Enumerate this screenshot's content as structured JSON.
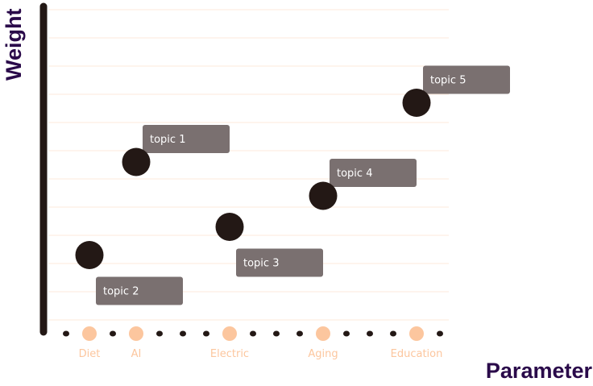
{
  "chart_data": {
    "type": "scatter",
    "title": "",
    "xlabel": "Parameter",
    "ylabel": "Weight",
    "ylim": [
      0,
      11
    ],
    "grid": true,
    "categories": [
      "Diet",
      "AI",
      "Electric",
      "Aging",
      "Education"
    ],
    "points": [
      {
        "category": "Diet",
        "slot": 1,
        "value": 2.3,
        "label": "topic 2",
        "label_side": "below"
      },
      {
        "category": "AI",
        "slot": 3,
        "value": 5.6,
        "label": "topic 1",
        "label_side": "above"
      },
      {
        "category": "Electric",
        "slot": 7,
        "value": 3.3,
        "label": "topic 3",
        "label_side": "below"
      },
      {
        "category": "Aging",
        "slot": 11,
        "value": 4.4,
        "label": "topic 4",
        "label_side": "above"
      },
      {
        "category": "Education",
        "slot": 15,
        "value": 7.7,
        "label": "topic 5",
        "label_side": "above"
      }
    ],
    "total_slots": 17,
    "colors": {
      "axis": "#231815",
      "point": "#231815",
      "category": "#fcc69e",
      "grid": "#fdeee2",
      "tag": "#7a7070",
      "title": "#2a0a4a"
    }
  }
}
